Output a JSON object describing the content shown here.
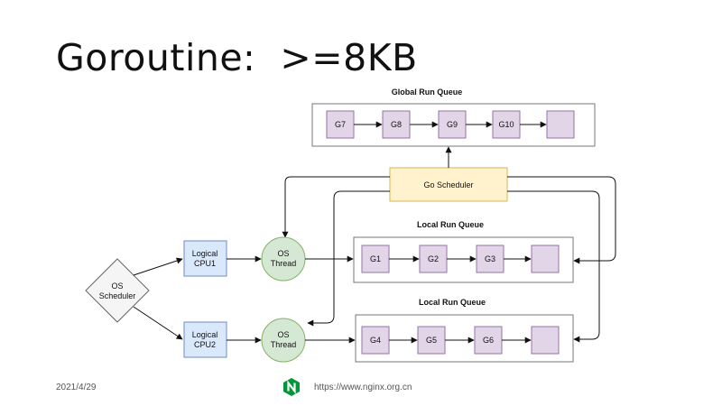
{
  "slide": {
    "title": "Goroutine:  >=8KB",
    "date": "2021/4/29",
    "footer_url": "https://www.nginx.org.cn"
  },
  "diagram": {
    "global_queue": {
      "label": "Global Run Queue",
      "items": [
        "G7",
        "G8",
        "G9",
        "G10",
        ""
      ]
    },
    "scheduler": {
      "label": "Go Scheduler"
    },
    "local_queue_1": {
      "label": "Local Run Queue",
      "items": [
        "G1",
        "G2",
        "G3",
        ""
      ]
    },
    "local_queue_2": {
      "label": "Local Run Queue",
      "items": [
        "G4",
        "G5",
        "G6",
        ""
      ]
    },
    "cpu1": {
      "line1": "Logical",
      "line2": "CPU1"
    },
    "cpu2": {
      "line1": "Logical",
      "line2": "CPU2"
    },
    "thread1": {
      "line1": "OS",
      "line2": "Thread"
    },
    "thread2": {
      "line1": "OS",
      "line2": "Thread"
    },
    "os_scheduler": {
      "line1": "OS",
      "line2": "Scheduler"
    }
  },
  "colors": {
    "goroutine_fill": "#e1d5e7",
    "goroutine_stroke": "#9673a6",
    "scheduler_fill": "#fff2cc",
    "scheduler_stroke": "#d6b656",
    "cpu_fill": "#dae8fc",
    "cpu_stroke": "#6c8ebf",
    "thread_fill": "#d5e8d4",
    "thread_stroke": "#82b366",
    "os_sched_fill": "#f5f5f5",
    "os_sched_stroke": "#666666",
    "logo_green": "#009639"
  }
}
